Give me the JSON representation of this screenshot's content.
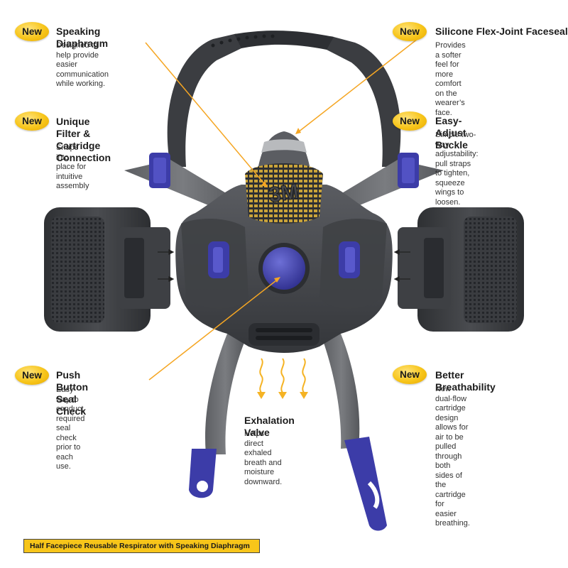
{
  "badge_label": "New",
  "colors": {
    "badge": "#f7c51a",
    "pointer": "#f5a623",
    "body": "#46484c",
    "accent": "#3c3ca8"
  },
  "callouts": {
    "speaking_diaphragm": {
      "title": "Speaking Diaphragm",
      "desc": "Designed to help provide\neasier communication\nwhile working."
    },
    "facseal": {
      "title": "Silicone Flex-Joint Faceseal",
      "desc": "Provides a softer feel for more\ncomfort on the wearer’s face."
    },
    "filter_connection": {
      "title": "Unique Filter &\nCartridge Connection",
      "desc": "Snaps into place for\nintuitive assembly"
    },
    "buckle": {
      "title": "Easy-Adjust Buckle",
      "desc": "Simple two-way adjustability:\npull straps to tighten, squeeze\nwings to loosen."
    },
    "seal_check": {
      "title": "Push Button Seal Check",
      "desc": "Easy way to conduct required\nseal check prior to each use."
    },
    "breathability": {
      "title": "Better Breathability",
      "desc": "New dual-flow cartridge design\nallows for air to be pulled through\nboth sides of the cartridge for\neasier breathing."
    },
    "exhalation": {
      "title": "Exhalation Valve",
      "desc": "Helps direct exhaled\nbreath and moisture\ndownward."
    }
  },
  "logo_text": "3M",
  "footer": "Half Facepiece Reusable Respirator with Speaking Diaphragm"
}
